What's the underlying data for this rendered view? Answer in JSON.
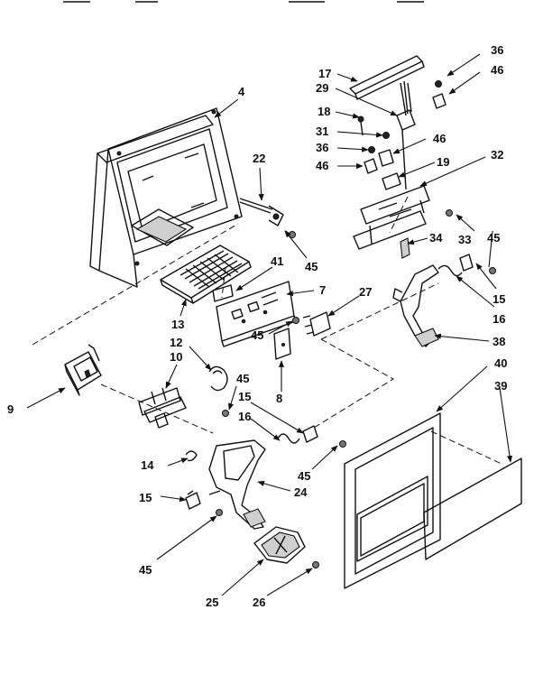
{
  "colors": {
    "ink": "#111111",
    "paper": "#ffffff"
  },
  "callouts": {
    "c36a": "36",
    "c17": "17",
    "c46a": "46",
    "c29": "29",
    "c4": "4",
    "c18": "18",
    "c31": "31",
    "c46b": "46",
    "c36b": "36",
    "c46c": "46",
    "c19": "19",
    "c32": "32",
    "c22": "22",
    "c45a": "45",
    "c34": "34",
    "c33": "33",
    "c45b": "45",
    "c41": "41",
    "c7": "7",
    "c27": "27",
    "c15a": "15",
    "c13": "13",
    "c45c": "45",
    "c16a": "16",
    "c38": "38",
    "c12": "12",
    "c10": "10",
    "c45d": "45",
    "c15b": "15",
    "c8": "8",
    "c40": "40",
    "c39": "39",
    "c9": "9",
    "c16b": "16",
    "c14": "14",
    "c45e": "45",
    "c24": "24",
    "c15c": "15",
    "c45f": "45",
    "c25": "25",
    "c26": "26"
  }
}
